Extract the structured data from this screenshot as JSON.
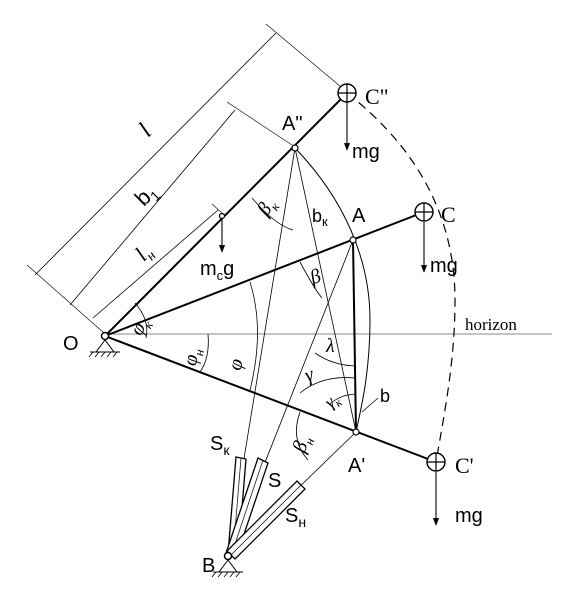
{
  "labels": {
    "O": "O",
    "A": "A",
    "A_top": "A\"",
    "A_low": "A'",
    "B": "B",
    "C": "C",
    "C_top": "C\"",
    "C_low": "C'",
    "horizon": "horizon",
    "l": "l",
    "b1": "b",
    "b1_sub": "1",
    "l_n": "l",
    "l_n_sub": "н",
    "mg_top": "mg",
    "mg_mid": "mg",
    "mg_low": "mg",
    "mcg": "m",
    "mcg_sub": "c",
    "mcg_tail": "g",
    "b_k": "b",
    "b_k_sub": "к",
    "b": "b",
    "S_k": "S",
    "S_k_sub": "к",
    "S": "S",
    "S_n": "S",
    "S_n_sub": "н",
    "beta_k": "β",
    "beta_k_sub": "к",
    "beta": "β",
    "beta_n": "β",
    "beta_n_sub": "н",
    "phi_k": "φ",
    "phi_k_sub": "к",
    "phi_n": "φ",
    "phi_n_sub": "н",
    "phi": "φ",
    "lambda": "λ",
    "gamma": "γ",
    "gamma_k": "γ",
    "gamma_k_sub": "к"
  },
  "colors": {
    "ink": "#000000",
    "background": "#ffffff",
    "horizon_line": "#888888"
  }
}
